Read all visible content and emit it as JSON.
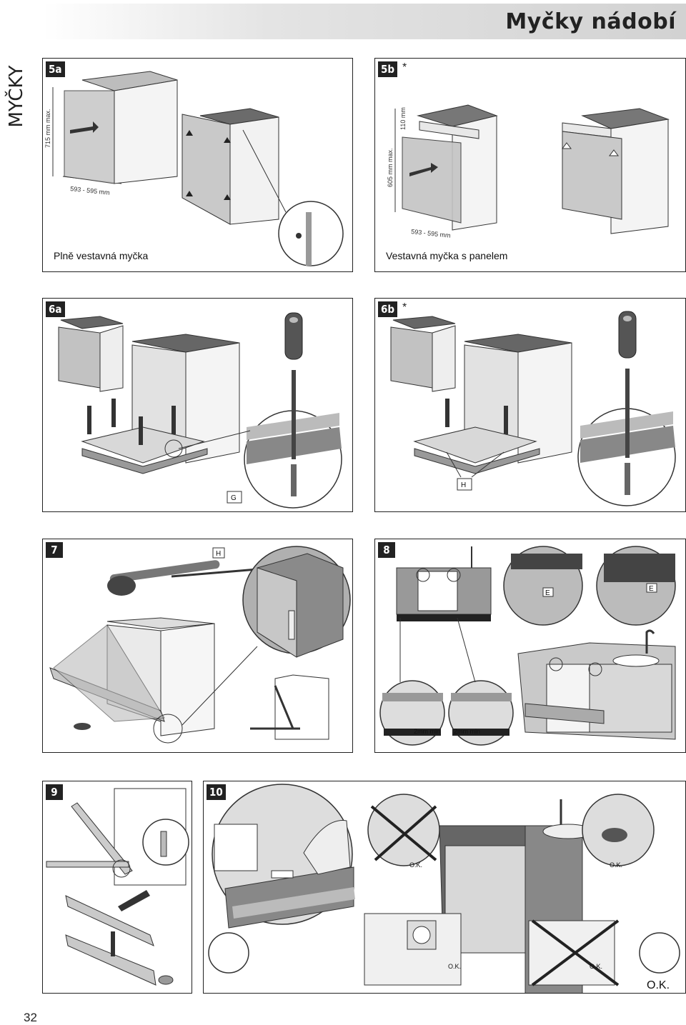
{
  "header": {
    "title": "Myčky nádobí",
    "side_label": "MYČKY"
  },
  "page_number": "32",
  "panels": {
    "p5a": {
      "badge": "5a",
      "caption": "Plně vestavná myčka",
      "dim_height": "715 mm max.",
      "dim_width": "593 - 595 mm"
    },
    "p5b": {
      "badge": "5b",
      "star": "*",
      "caption": "Vestavná myčka s panelem",
      "dim_height": "605 mm max.",
      "dim_top": "110 mm",
      "dim_width": "593 - 595 mm"
    },
    "p6a": {
      "badge": "6a",
      "label_g": "G"
    },
    "p6b": {
      "badge": "6b",
      "star": "*",
      "label_h": "H"
    },
    "p7": {
      "badge": "7",
      "label_h": "H"
    },
    "p8": {
      "badge": "8",
      "label_e1": "E",
      "label_e2": "E",
      "gap1": "2mm min",
      "gap2": "2mm min"
    },
    "p9": {
      "badge": "9"
    },
    "p10": {
      "badge": "10",
      "ok1": "O.K.",
      "ok2": "O.K.",
      "ok3": "O.K.",
      "ok4": "O.K.",
      "ok5": "O.K."
    }
  },
  "colors": {
    "badge_bg": "#222222",
    "panel_gray": "#b5b5b5",
    "dark_gray": "#555555"
  }
}
